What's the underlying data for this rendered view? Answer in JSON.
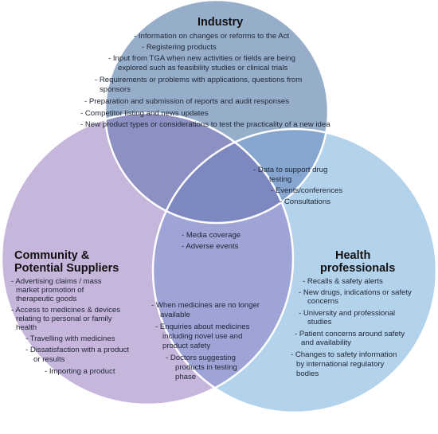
{
  "industry": {
    "title": "Industry",
    "items": [
      "- Information on changes or reforms to the Act",
      "- Registering products",
      "- Input from TGA when new activities or fields are being",
      "explored such as feasibility studies or clinical trials",
      "- Requirements or problems with applications, questions from",
      "sponsors",
      "- Preparation and submission of reports and audit responses",
      "- Competitor listing and news updates",
      "- New product types or considerations to test the practicality of a new idea"
    ]
  },
  "community": {
    "title_line1": "Community &",
    "title_line2": "Potential Suppliers",
    "items": [
      "- Advertising claims / mass",
      "market promotion of",
      "therapeutic goods",
      "- Access to medicines & devices",
      "relating to personal or family",
      "health",
      "- Travelling with medicines",
      "- Dissatisfaction with a product",
      "or results",
      "- Importing a product"
    ]
  },
  "health": {
    "title_line1": "Health",
    "title_line2": "professionals",
    "items": [
      "- Recalls & safety alerts",
      "- New drugs, indications or safety",
      "concerns",
      "- University and professional",
      "studies",
      "- Patient concerns around safety",
      "and availability",
      "- Changes to safety information",
      "by international regulatory",
      "bodies"
    ]
  },
  "industry_health_overlap": {
    "items": [
      "- Data to support drug",
      "testing",
      "- Events/conferences",
      "- Consultations"
    ]
  },
  "community_health_overlap": {
    "items": [
      "- When medicines are no longer",
      "available",
      "- Enquiries about medicines",
      "including novel use and",
      "product safety",
      "- Doctors suggesting",
      "products in testing",
      "phase"
    ]
  },
  "center": {
    "items": [
      "- Media coverage",
      "- Adverse events"
    ]
  },
  "colors": {
    "industry": "#97aecb",
    "community": "#c6b6dc",
    "health": "#b3d2ec",
    "outline": "#ffffff"
  }
}
